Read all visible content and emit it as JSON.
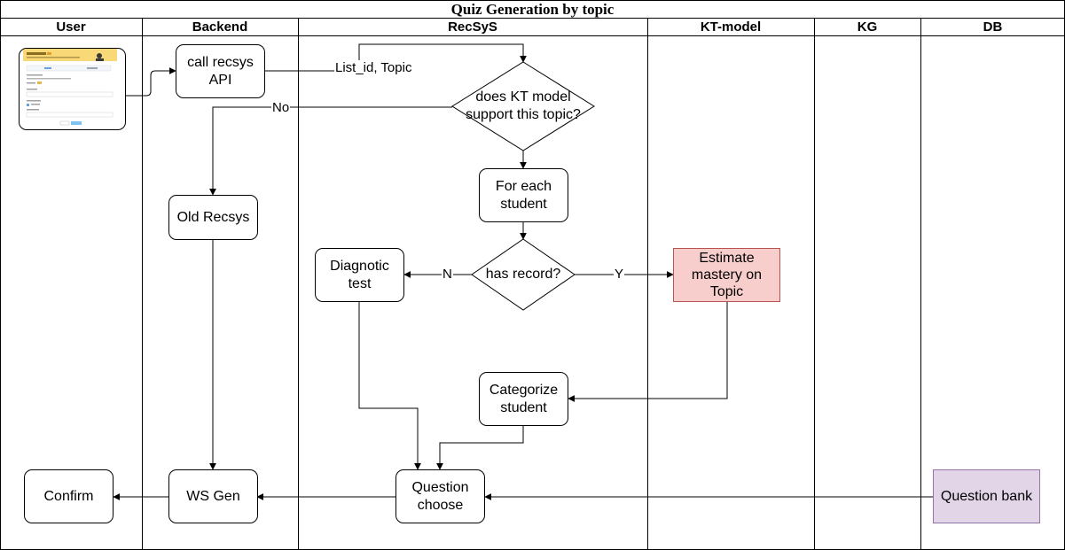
{
  "diagram": {
    "title": "Quiz Generation by topic",
    "lanes": [
      {
        "id": "user",
        "label": "User"
      },
      {
        "id": "backend",
        "label": "Backend"
      },
      {
        "id": "recsys",
        "label": "RecSyS"
      },
      {
        "id": "ktmodel",
        "label": "KT-model"
      },
      {
        "id": "kg",
        "label": "KG"
      },
      {
        "id": "db",
        "label": "DB"
      }
    ],
    "nodes": {
      "call_api": {
        "line1": "call recsys",
        "line2": "API"
      },
      "kt_support": {
        "line1": "does KT model",
        "line2": "support this topic?"
      },
      "for_each": {
        "line1": "For each",
        "line2": "student"
      },
      "old_recsys": {
        "label": "Old Recsys"
      },
      "has_record": {
        "label": "has record?"
      },
      "diagnostic": {
        "line1": "Diagnotic",
        "line2": "test"
      },
      "estimate": {
        "line1": "Estimate",
        "line2": "mastery on",
        "line3": "Topic"
      },
      "categorize": {
        "line1": "Categorize",
        "line2": "student"
      },
      "question_choose": {
        "line1": "Question",
        "line2": "choose"
      },
      "ws_gen": {
        "label": "WS Gen"
      },
      "confirm": {
        "label": "Confirm"
      },
      "question_bank": {
        "label": "Question bank"
      }
    },
    "edge_labels": {
      "list_topic": "List_id, Topic",
      "no": "No",
      "n": "N",
      "y": "Y"
    },
    "colors": {
      "estimate_fill": "#f8cecc",
      "estimate_stroke": "#b85450",
      "question_bank_fill": "#e1d5e7",
      "question_bank_stroke": "#9673a6",
      "thumbnail_banner": "#f9d878"
    }
  }
}
